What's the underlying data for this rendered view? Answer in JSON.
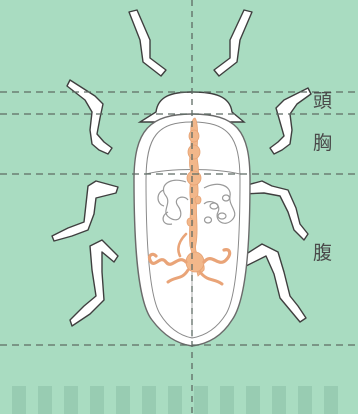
{
  "diagram": {
    "subject": "beetle-anatomy",
    "regions": [
      {
        "id": "head",
        "label": "頭"
      },
      {
        "id": "thorax",
        "label": "胸"
      },
      {
        "id": "abdomen",
        "label": "腹"
      }
    ],
    "colors": {
      "background": "#a9dcc1",
      "body_fill": "#ffffff",
      "outline": "#3f3f3f",
      "digestive_organ": "#f2b78a",
      "nerve_coil": "#9a9a9a",
      "guide_line": "#5e6b64",
      "bottom_stripe": "#9ccfb5"
    }
  }
}
